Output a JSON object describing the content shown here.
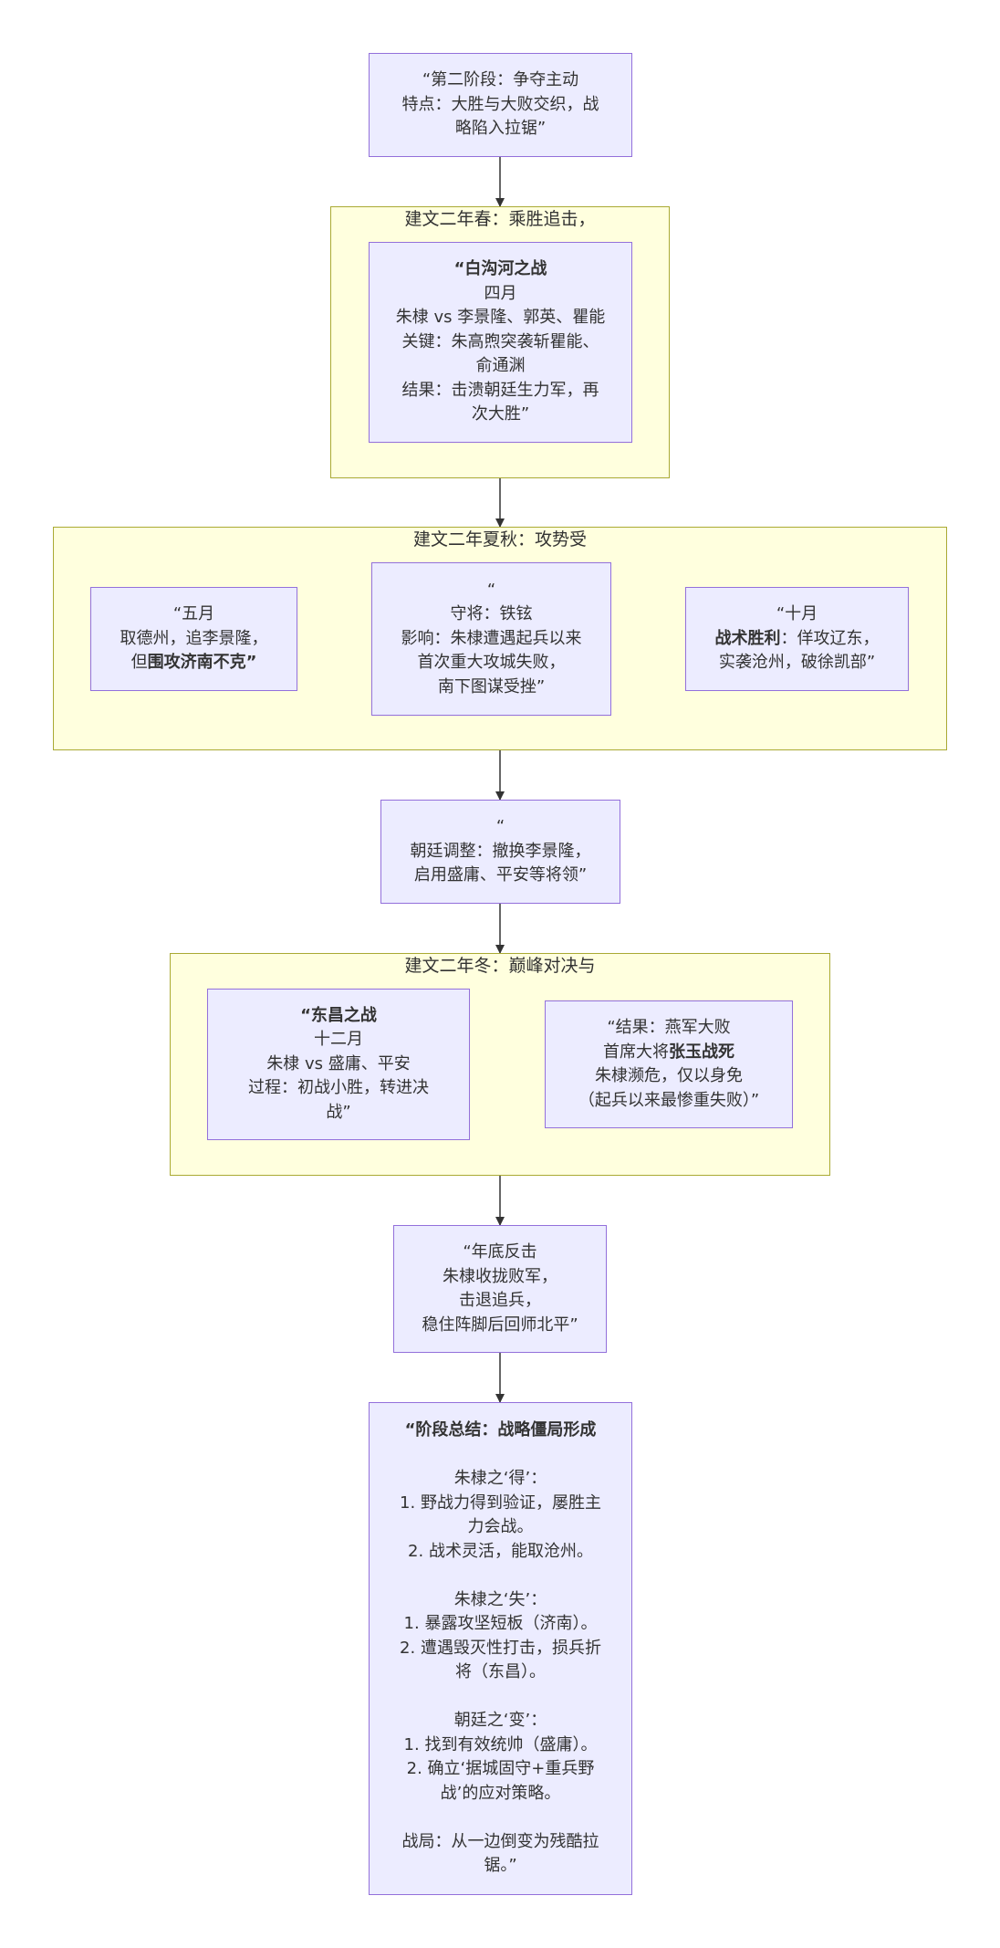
{
  "nodes": {
    "phase2_title": {
      "lines": [
        "“第二阶段：争夺主动",
        "特点：大胜与大败交织，战",
        "略陷入拉锯”"
      ]
    },
    "spring": {
      "cluster_label": "建文二年春：乘胜追击，锐气正盛",
      "baigou": {
        "l1": "“白沟河之战",
        "l2": "四月",
        "l3": "朱棣 vs 李景隆、郭英、瞿能",
        "l4": "关键：朱高煦突袭斩瞿能、",
        "l5": "俞通渊",
        "l6": "结果：击溃朝廷生力军，再",
        "l7": "次大胜”"
      }
    },
    "summer_autumn": {
      "cluster_label": "建文二年夏秋：攻势受挫，遭遇坚城",
      "may": {
        "l1": "“五月",
        "l2": "取德州，追李景隆，",
        "l3_pre": "但",
        "l3_bold": "围攻济南不克",
        "l3_post": "”"
      },
      "jinan": {
        "l1": "“",
        "l2": "守将：铁铉",
        "l3": "影响：朱棣遭遇起兵以来",
        "l4": "首次重大攻城失败，",
        "l5": "南下图谋受挫”"
      },
      "october": {
        "l1": "“十月",
        "l2_bold": "战术胜利",
        "l2_post": "：佯攻辽东，",
        "l3": "实袭沧州，破徐凯部”"
      }
    },
    "court_adjust": {
      "l1": "“",
      "l2": "朝廷调整：撤换李景隆，",
      "l3": "启用盛庸、平安等将领”"
    },
    "winter": {
      "cluster_label": "建文二年冬：巅峰对决与惨痛失利",
      "dongchang": {
        "l1": "“东昌之战",
        "l2": "十二月",
        "l3": "朱棣 vs 盛庸、平安",
        "l4": "过程：初战小胜，转进决",
        "l5": "战”"
      },
      "result": {
        "l1": "“结果：燕军大败",
        "l2_pre": "首席大将",
        "l2_bold": "张玉战死",
        "l3": "朱棣濒危，仅以身免",
        "l4": "（起兵以来最惨重失败）”"
      }
    },
    "year_end": {
      "lines": [
        "“年底反击",
        "朱棣收拢败军，",
        "击退追兵，",
        "稳住阵脚后回师北平”"
      ]
    },
    "summary": {
      "title": "“阶段总结：战略僵局形成",
      "gain_head": "朱棣之‘得’：",
      "gain_1": "1. 野战力得到验证，屡胜主",
      "gain_1b": "力会战。",
      "gain_2": "2. 战术灵活，能取沧州。",
      "loss_head": "朱棣之‘失’：",
      "loss_1": "1. 暴露攻坚短板（济南）。",
      "loss_2": "2. 遭遇毁灭性打击，损兵折",
      "loss_2b": "将（东昌）。",
      "change_head": "朝廷之‘变’：",
      "change_1": "1. 找到有效统帅（盛庸）。",
      "change_2": "2. 确立‘据城固守+重兵野",
      "change_2b": "战’的应对策略。",
      "final": "战局：从一边倒变为残酷拉",
      "final_b": "锯。”"
    }
  },
  "colors": {
    "node_fill": "#ececff",
    "node_border": "#9370db",
    "cluster_fill": "#ffffde",
    "cluster_border": "#aaaa33",
    "edge": "#333333",
    "text": "#333333"
  }
}
